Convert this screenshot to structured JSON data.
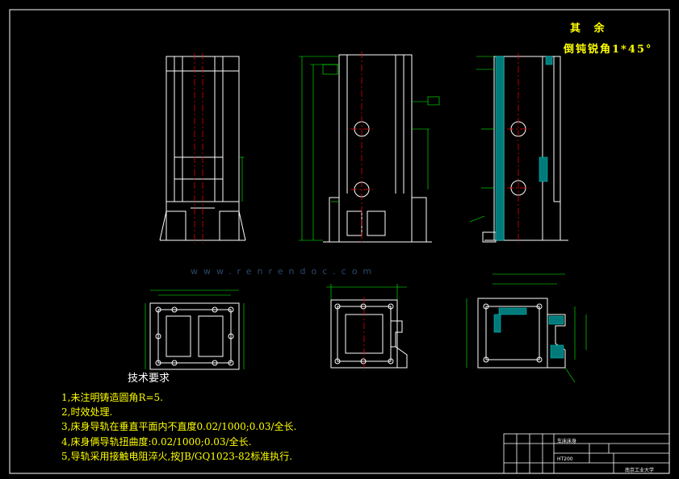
{
  "corner": {
    "line1": "其 余",
    "line2": "倒钝锐角1*45°"
  },
  "tech_requirements": {
    "title": "技术要求",
    "items": [
      "1,未注明铸造圆角R=5.",
      "2,时效处理.",
      "3,床身导轨在垂直平面内不直度0.02/1000;0.03/全长.",
      "4,床身俩导轨扭曲度:0.02/1000;0.03/全长.",
      "5,导轨采用接触电阻淬火,按JB/GQ1023-82标准执行."
    ]
  },
  "title_block": {
    "part_name": "车床床身",
    "material": "HT200",
    "school": "南京工业大学"
  },
  "watermark": {
    "url": "www.renrendoc.com"
  },
  "colors": {
    "background": "#000000",
    "outline": "#ffffff",
    "dimension": "#00ff00",
    "centerline": "#ff0000",
    "hatch": "#00c0c0",
    "notes": "#ffff00",
    "frame": "#ffffff"
  }
}
